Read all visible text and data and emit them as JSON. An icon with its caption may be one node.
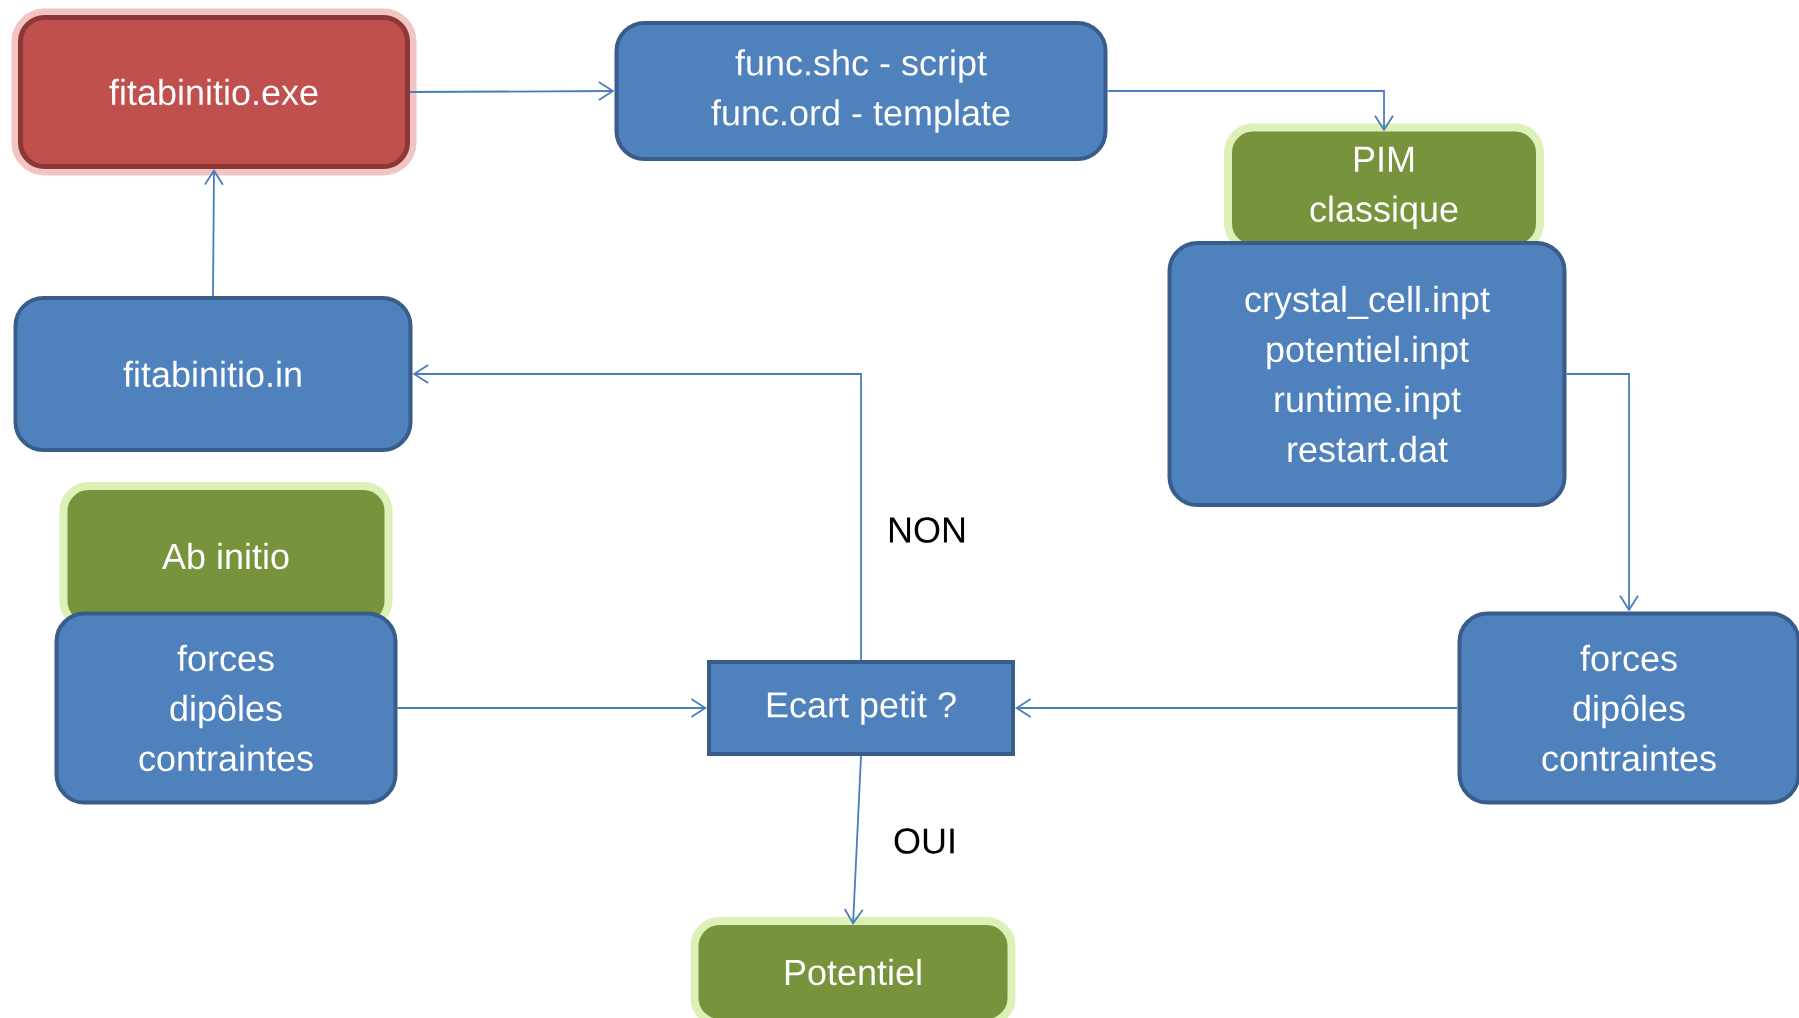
{
  "diagram": {
    "nodes": [
      {
        "text": [
          "fitabinitio.exe"
        ]
      },
      {
        "text": [
          "func.shc - script",
          "func.ord - template"
        ]
      },
      {
        "text": [
          "PIM classique"
        ]
      },
      {
        "text": [
          "crystal_cell.inpt",
          "potentiel.inpt",
          "runtime.inpt",
          "restart.dat"
        ]
      },
      {
        "text": [
          "fitabinitio.in"
        ]
      },
      {
        "text": [
          "Ab initio"
        ]
      },
      {
        "text": [
          "forces",
          "dipôles",
          "contraintes"
        ]
      },
      {
        "text": [
          "Ecart petit ?"
        ]
      },
      {
        "text": [
          "forces",
          "dipôles",
          "contraintes"
        ]
      },
      {
        "text": [
          "Potentiel"
        ]
      }
    ],
    "edges": [
      {
        "from": 0,
        "to": 1,
        "arrow": "to"
      },
      {
        "from": 1,
        "to": 2,
        "arrow": "to"
      },
      {
        "from": 3,
        "to": 8,
        "arrow": "to"
      },
      {
        "from": 8,
        "to": 7,
        "arrow": "to"
      },
      {
        "from": 6,
        "to": 7,
        "arrow": "to"
      },
      {
        "from": 7,
        "to": 4,
        "arrow": "to",
        "label": "NON"
      },
      {
        "from": 7,
        "to": 9,
        "arrow": "to",
        "label": "OUI"
      },
      {
        "from": 4,
        "to": 0,
        "arrow": "to"
      }
    ]
  }
}
